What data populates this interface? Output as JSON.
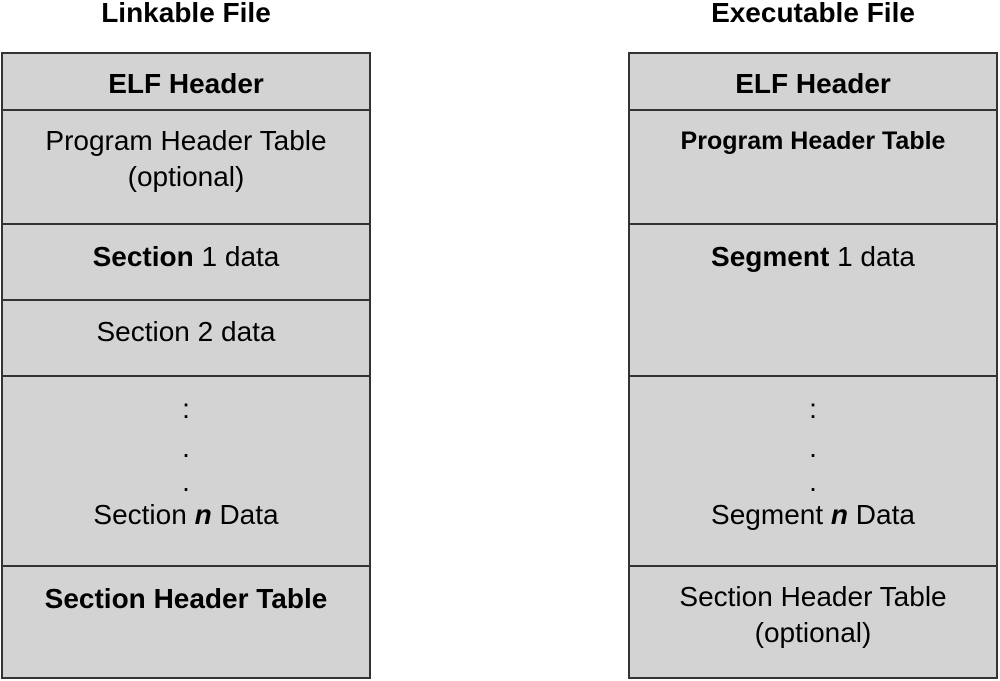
{
  "linkable": {
    "title": "Linkable File",
    "elf_header": "ELF Header",
    "pht_line1": "Program Header Table",
    "pht_line2": "(optional)",
    "sec1_bold": "Section",
    "sec1_rest": " 1 data",
    "sec2": "Section 2 data",
    "dot1": ":",
    "dot2": ".",
    "dot3": ".",
    "secn_pre": "Section ",
    "secn_n": "n",
    "secn_post": " Data",
    "sht": "Section Header Table"
  },
  "executable": {
    "title": "Executable File",
    "elf_header": "ELF Header",
    "pht": "Program Header Table",
    "seg1_bold": "Segment",
    "seg1_rest": " 1 data",
    "dot1": ":",
    "dot2": ".",
    "dot3": ".",
    "segn_pre": "Segment ",
    "segn_n": "n",
    "segn_post": " Data",
    "sht_line1": "Section Header Table",
    "sht_line2": "(optional)"
  },
  "colors": {
    "cell_fill": "#d3d3d3",
    "border": "#333333"
  }
}
